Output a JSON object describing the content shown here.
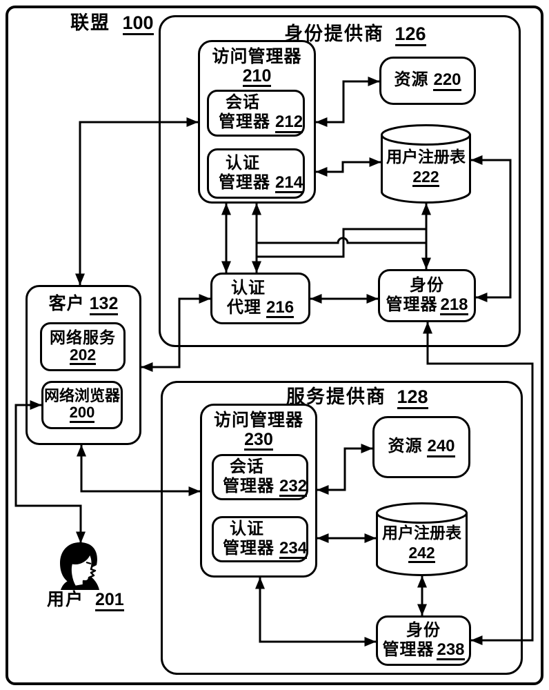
{
  "labels": {
    "federation": {
      "text": "联盟",
      "ref": "100"
    },
    "identity_provider": {
      "text": "身份提供商",
      "ref": "126"
    },
    "service_provider": {
      "text": "服务提供商",
      "ref": "128"
    }
  },
  "nodes": {
    "access_manager_idp": {
      "text": "访问管理器",
      "ref": "210"
    },
    "session_manager_idp": {
      "l1": "会话",
      "l2": "管理器",
      "ref": "212"
    },
    "auth_manager_idp": {
      "l1": "认证",
      "l2": "管理器",
      "ref": "214"
    },
    "auth_proxy": {
      "l1": "认证",
      "l2": "代理",
      "ref": "216"
    },
    "identity_manager_idp": {
      "l1": "身份",
      "l2": "管理器",
      "ref": "218"
    },
    "resource_idp": {
      "text": "资源",
      "ref": "220"
    },
    "user_registry_idp": {
      "text": "用户注册表",
      "ref": "222"
    },
    "client": {
      "text": "客户",
      "ref": "132"
    },
    "network_service": {
      "text": "网络服务",
      "ref": "202"
    },
    "network_browser": {
      "text": "网络浏览器",
      "ref": "200"
    },
    "user": {
      "text": "用户",
      "ref": "201"
    },
    "access_manager_sp": {
      "text": "访问管理器",
      "ref": "230"
    },
    "session_manager_sp": {
      "l1": "会话",
      "l2": "管理器",
      "ref": "232"
    },
    "auth_manager_sp": {
      "l1": "认证",
      "l2": "管理器",
      "ref": "234"
    },
    "identity_manager_sp": {
      "l1": "身份",
      "l2": "管理器",
      "ref": "238"
    },
    "resource_sp": {
      "text": "资源",
      "ref": "240"
    },
    "user_registry_sp": {
      "text": "用户注册表",
      "ref": "242"
    }
  },
  "connections": [
    {
      "from": "132",
      "to": "210",
      "bidirectional": true
    },
    {
      "from": "132",
      "to": "216",
      "bidirectional": true
    },
    {
      "from": "132",
      "to": "230",
      "bidirectional": true
    },
    {
      "from": "200",
      "to": "201",
      "bidirectional": true
    },
    {
      "from": "210",
      "to": "220",
      "bidirectional": true
    },
    {
      "from": "210",
      "to": "222",
      "bidirectional": true
    },
    {
      "from": "210",
      "to": "216",
      "bidirectional": true
    },
    {
      "from": "216",
      "to": "218",
      "bidirectional": true
    },
    {
      "from": "222",
      "to": "218",
      "bidirectional": true
    },
    {
      "from": "218",
      "to": "238",
      "bidirectional": true
    },
    {
      "from": "230",
      "to": "240",
      "bidirectional": true
    },
    {
      "from": "230",
      "to": "242",
      "bidirectional": true
    },
    {
      "from": "242",
      "to": "238",
      "bidirectional": true
    },
    {
      "from": "230",
      "to": "238",
      "bidirectional": true
    }
  ]
}
